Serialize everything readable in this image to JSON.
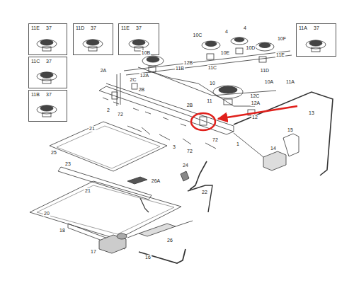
{
  "diagram": {
    "nodes": [
      {
        "text": [
          "11E",
          "37"
        ]
      },
      {
        "text": [
          "11D",
          "37"
        ]
      },
      {
        "text": [
          "11E",
          "37"
        ]
      },
      {
        "text": [
          "11A",
          "37"
        ]
      },
      {
        "text": [
          "11C",
          "37"
        ]
      },
      {
        "text": [
          "11B",
          "37"
        ]
      }
    ],
    "edges": [],
    "labels": [
      "10C",
      "4",
      "4",
      "10F",
      "10E",
      "10D",
      "11E",
      "11C",
      "11D",
      "10B",
      "12B",
      "11B",
      "2A",
      "12A",
      "2C",
      "2B",
      "10",
      "10A",
      "11A",
      "11",
      "12C",
      "12A",
      "2B",
      "2",
      "72",
      "13",
      "12",
      "21",
      "3",
      "72",
      "72",
      "1",
      "15",
      "14",
      "25",
      "23",
      "24",
      "26A",
      "22",
      "21",
      "20",
      "18",
      "17",
      "26",
      "16"
    ]
  }
}
